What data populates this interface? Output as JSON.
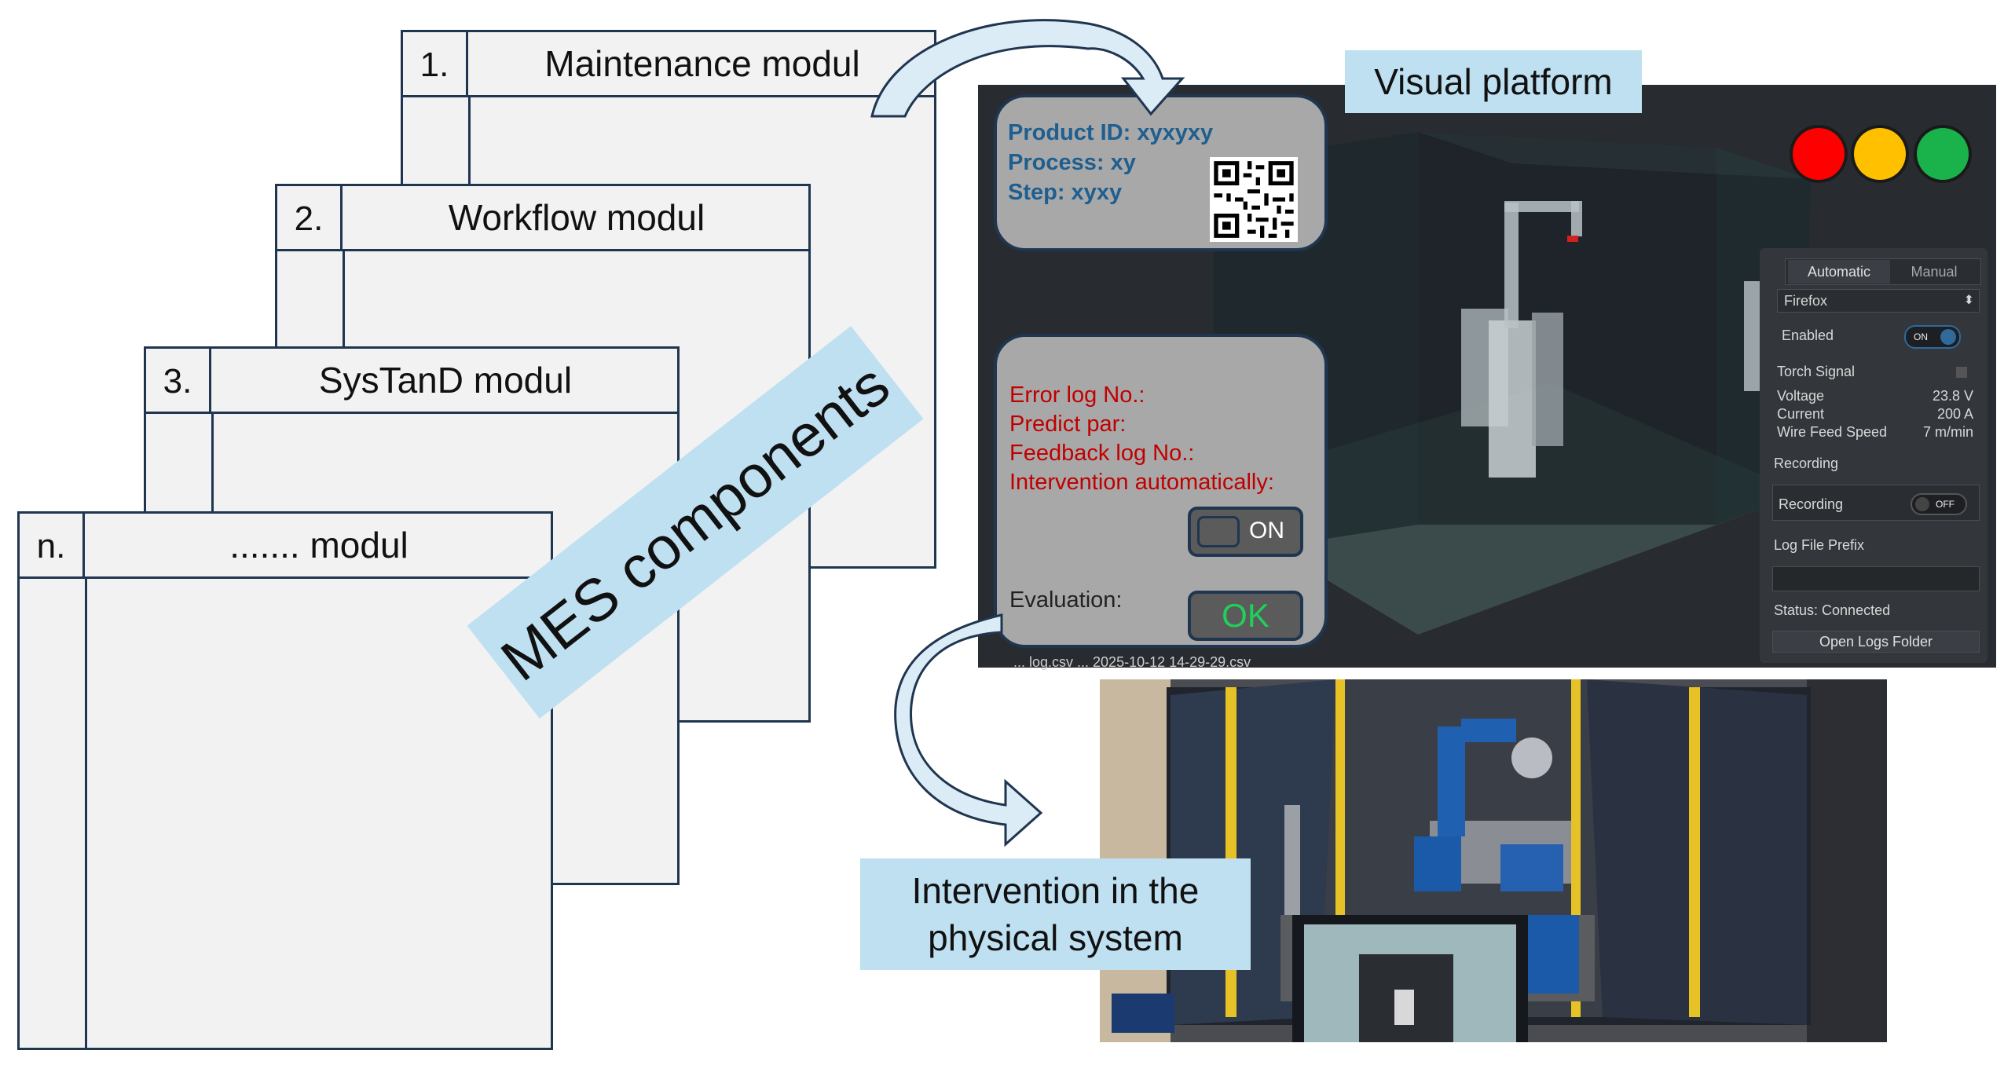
{
  "modules": [
    {
      "number": "1.",
      "title": "Maintenance modul"
    },
    {
      "number": "2.",
      "title": "Workflow modul"
    },
    {
      "number": "3.",
      "title": "SysTanD modul"
    },
    {
      "number": "n.",
      "title": "....... modul"
    }
  ],
  "mes_label": "MES components",
  "visual_platform": {
    "label": "Visual platform",
    "info_card": {
      "product_id": "Product ID: xyxyxy",
      "process": "Process: xy",
      "step": "Step: xyxy"
    },
    "status_card": {
      "error_log": "Error log No.:",
      "predict": "Predict par:",
      "feedback_log": "Feedback log No.:",
      "intervention": "Intervention automatically:",
      "toggle_label": "ON",
      "evaluation_label": "Evaluation:",
      "evaluation_value": "OK"
    },
    "lights": [
      "#ff0000",
      "#ffc000",
      "#19b24b"
    ],
    "panel": {
      "tab_automatic": "Automatic",
      "tab_manual": "Manual",
      "browser": "Firefox",
      "enabled": "Enabled",
      "enabled_toggle": "ON",
      "torch_signal": "Torch Signal",
      "voltage_label": "Voltage",
      "voltage_value": "23.8 V",
      "current_label": "Current",
      "current_value": "200 A",
      "wire_label": "Wire Feed Speed",
      "wire_value": "7 m/min",
      "recording_section": "Recording",
      "recording": "Recording",
      "recording_toggle": "OFF",
      "log_prefix": "Log File Prefix",
      "status": "Status: Connected",
      "open_logs": "Open Logs Folder"
    },
    "csv_text": "... log.csv ... 2025-10-12 14-29-29.csv"
  },
  "intervention_label": {
    "line1": "Intervention in the",
    "line2": "physical system"
  },
  "colors": {
    "label_bg": "#bfe0f1",
    "outline": "#1f3550",
    "card_bg": "#a8a8a8",
    "blue_text": "#1f5f8f",
    "red_text": "#c00000"
  }
}
